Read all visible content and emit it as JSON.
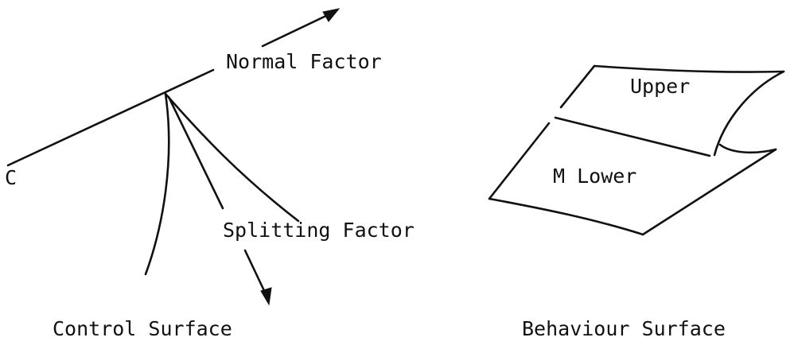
{
  "left_diagram": {
    "axis_label_c": "C",
    "normal_factor_label": "Normal Factor",
    "splitting_factor_label": "Splitting Factor",
    "caption": "Control Surface"
  },
  "right_diagram": {
    "upper_label": "Upper",
    "lower_label": "M Lower",
    "caption": "Behaviour Surface"
  },
  "colors": {
    "ink": "#111111",
    "background": "#ffffff"
  }
}
